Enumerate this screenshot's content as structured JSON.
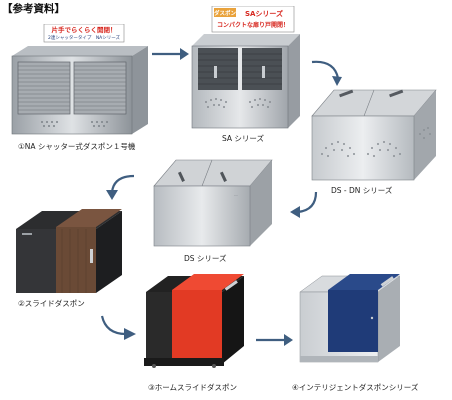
{
  "header": {
    "title": "【参考資料】"
  },
  "products": [
    {
      "caption": "①NA シャッター式ダスポン１号機",
      "banner": {
        "line1": "片手でらくらく開閉！",
        "line2": "2連シャッタータイプ　NAシリーズ"
      }
    },
    {
      "caption": "SA シリーズ",
      "banner": {
        "brand": "ダスポン",
        "line1": "SAシリーズ",
        "line2": "コンパクトな扉り戸開閉！"
      }
    },
    {
      "caption": "DS - DN シリーズ"
    },
    {
      "caption": "DS シリーズ"
    },
    {
      "caption": "②スライドダスポン"
    },
    {
      "caption": "③ホームスライドダスポン"
    },
    {
      "caption": "④インテリジェントダスポンシリーズ"
    }
  ],
  "colors": {
    "steel": "#c4c8cc",
    "dark_steel": "#7b8086",
    "brown": "#6a4a36",
    "red": "#e23a24",
    "navy": "#1f3b78",
    "arrow": "#3f5e80"
  }
}
